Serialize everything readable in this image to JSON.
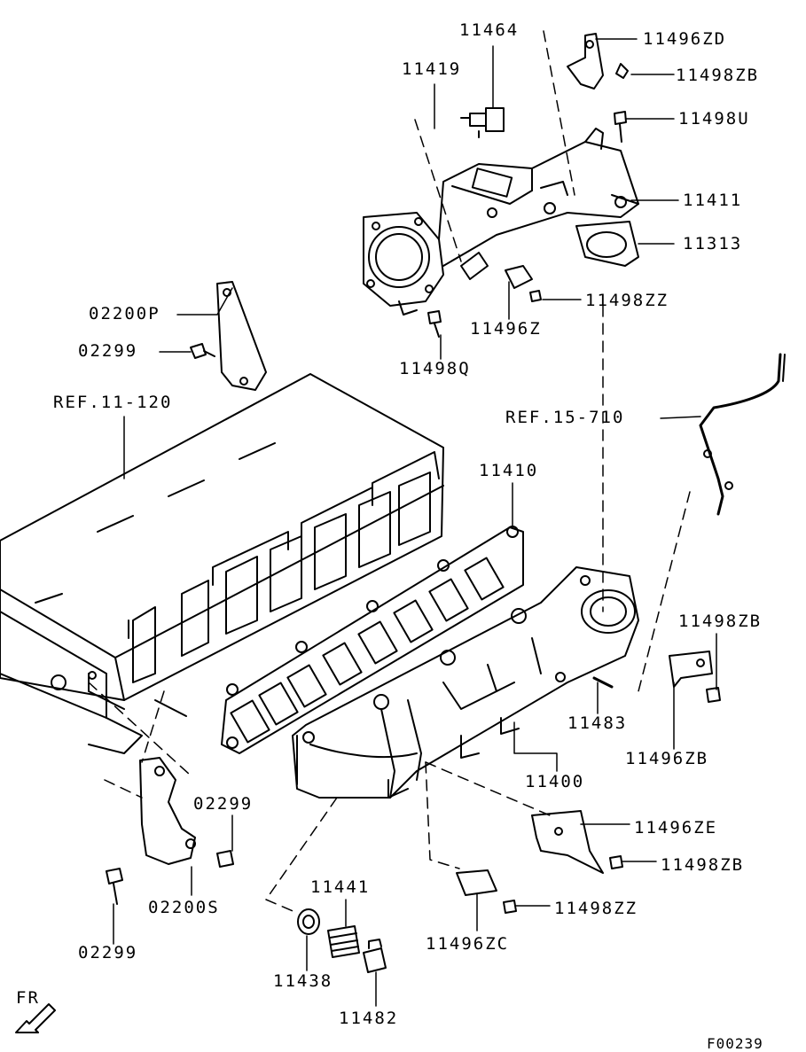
{
  "diagram": {
    "figure_code": "F00239",
    "orientation_label": "FR",
    "callouts": [
      "11464",
      "11419",
      "11496ZD",
      "11498ZB",
      "11498U",
      "11411",
      "11313",
      "11498ZZ",
      "11496Z",
      "11498Q",
      "02200P",
      "02299",
      "REF.11-120",
      "REF.15-710",
      "11410",
      "11498ZB",
      "11483",
      "11496ZB",
      "11400",
      "02299",
      "02200S",
      "02299",
      "11496ZE",
      "11498ZB",
      "11441",
      "11498ZZ",
      "11496ZC",
      "11438",
      "11482"
    ]
  }
}
